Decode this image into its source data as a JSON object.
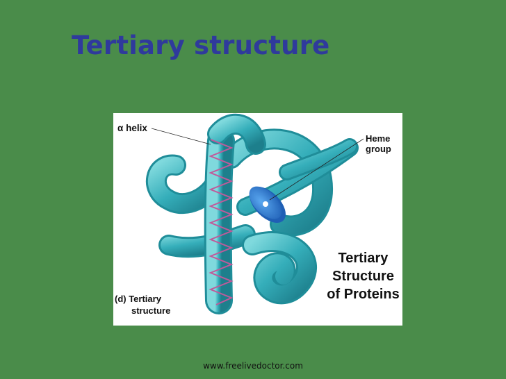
{
  "slide": {
    "title": "Tertiary structure",
    "footer": "www.freelivedoctor.com"
  },
  "figure": {
    "label_helix_symbol": "α",
    "label_helix_text": "helix",
    "label_heme_line1": "Heme",
    "label_heme_line2": "group",
    "label_d_line1": "(d) Tertiary",
    "label_d_line2": "structure",
    "caption": "Tertiary Structure of Proteins"
  },
  "colors": {
    "background": "#4a8c4a",
    "title": "#2f3a9c",
    "tube": "#3fb5bf",
    "heme": "#2e7fd6",
    "helix": "#c05a9a"
  }
}
